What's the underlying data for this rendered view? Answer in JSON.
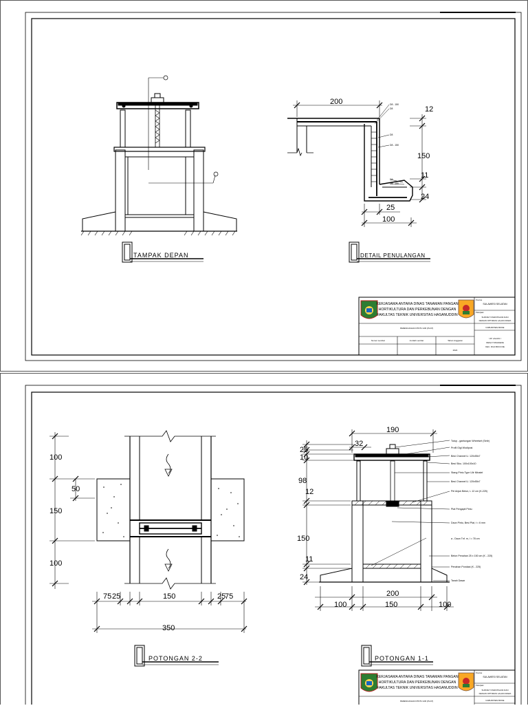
{
  "sheet1": {
    "front_title": "TAMPAK DEPAN",
    "detail_title": "DETAIL PENULANGAN",
    "detail_dims": {
      "d200": "200",
      "d12": "12",
      "d150": "150",
      "d11": "11",
      "d24": "24",
      "d25": "25",
      "d100": "100"
    },
    "detail_notes": {
      "n1": "D8 - 150",
      "n2": "D8",
      "n3": "D8",
      "n4": "D8 - 150",
      "n5": "D8",
      "n6": "D8 - 150"
    },
    "title_block": {
      "line1": "KERJASAMA ANTARA DINAS TANAMAN PANGAN",
      "line2": "HORTIKULTURA DAN PERKEBUNAN DENGAN",
      "line3": "FAKULTAS TEKNIK UNIVERSITAS HASANUDDIN",
      "province_label": "Provinsi",
      "province": "SULAWESI SELATAN",
      "project_label": "Pekerjaan",
      "project_1": "SURVEY INVESTIGASI DAN",
      "project_2": "DESAIN OPTIMASI LAHAN RAWA",
      "kabupaten": "KABUPATEN BONE",
      "drawing_title": "PERENCANAAN PINTU AIR (PLAT)",
      "col1": "Nomor Lembar",
      "col2": "Jumlah Lembar",
      "col3": "Tahun Anggaran",
      "year": "2024",
      "loc_1": "UP. LAHAN I",
      "loc_2": "DESA TUNGKERE",
      "loc_3": "KEC. DUA BOCCOE"
    }
  },
  "sheet2": {
    "sec22_title": "POTONGAN 2-2",
    "sec11_title": "POTONGAN 1-1",
    "dims22": {
      "a100": "100",
      "a50": "50",
      "a150": "150",
      "a100b": "100",
      "b75": "75",
      "b25": "25",
      "b150": "150",
      "b25b": "25",
      "b75b": "75",
      "b350": "350"
    },
    "dims11": {
      "c190": "190",
      "c32": "32",
      "c25": "25",
      "c10": "10",
      "c98": "98",
      "c12": "12",
      "c150": "150",
      "c11": "11",
      "c24": "24",
      "c200": "200",
      "c100": "100",
      "c150b": "150",
      "c100b": "100"
    },
    "labels11": [
      "Tutup - gantungan Wheelset (Setir)",
      "Profil Gigi Wodiposi",
      "Besi Channel U. 120x55x7",
      "Besi Siku. 100x100x10",
      "Stang Pintu Type Ulir Minatel",
      "Besi Channel U. 120x55x7",
      "Pel Anjuk Beton, L 12 cm (K-225)",
      "Plat Pengapit Pintu",
      "Daun Pintu, Besi Plat, t = 6 mm",
      "a - Daun Tnf. m, l = 78 cm",
      "Beton Penahan 25 x 150 cm (K - 225)",
      "Penahan Pondasi (K - 225)",
      "Tanah Dasar"
    ],
    "title_block": {
      "line1": "KERJASAMA ANTARA DINAS TANAMAN PANGAN",
      "line2": "HORTIKULTURA DAN PERKEBUNAN DENGAN",
      "line3": "FAKULTAS TEKNIK UNIVERSITAS HASANUDDIN",
      "province_label": "Provinsi",
      "province": "SULAWESI SELATAN",
      "project_label": "Pekerjaan",
      "project_1": "SURVEY INVESTIGASI DAN",
      "project_2": "DESAIN OPTIMASI LAHAN RAWA",
      "kabupaten": "KABUPATEN BONE",
      "drawing_title": "PERENCANAAN PINTU AIR (PLAT)"
    }
  }
}
